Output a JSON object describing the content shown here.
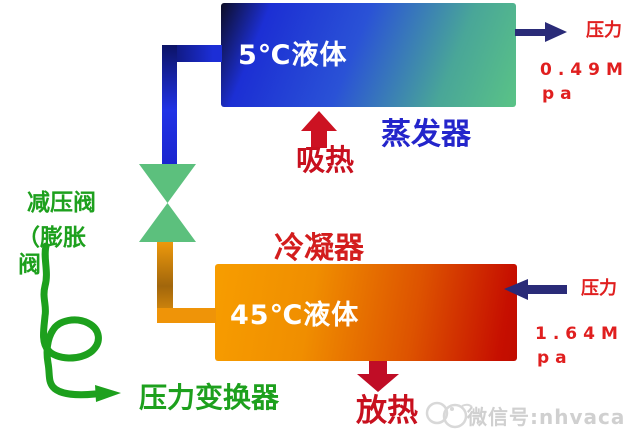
{
  "evaporator": {
    "body_label": "5℃液体",
    "name": "蒸发器",
    "heat_label": "吸热",
    "outlet": {
      "pressure_label": "压力",
      "value": "0.49M",
      "unit": "pa"
    }
  },
  "condenser": {
    "body_label": "45℃液体",
    "name": "冷凝器",
    "heat_label": "放热",
    "inlet": {
      "pressure_label": "压力",
      "value": "1.64M",
      "unit": "pa"
    }
  },
  "valve": {
    "label_lines": [
      "减压阀",
      "（膨胀",
      "阀"
    ]
  },
  "transformer_label": "压力变换器",
  "watermark": {
    "text": "微信号:nhvaca"
  },
  "colors": {
    "evaporator_gradient_start": "#1c2fd4",
    "evaporator_gradient_end": "#5ac386",
    "condenser_gradient_start": "#f79d00",
    "condenser_gradient_end": "#c00c00",
    "navy_arrow": "#2a2b78",
    "red_text": "#e01f1f",
    "crimson_text": "#c8101e",
    "blue_text": "#2425cb",
    "green_text": "#1da01d",
    "valve_green": "#5cc07d",
    "pipe_blue": "#1c2ed6",
    "pipe_orange": "#ef9408",
    "watermark_gray": "#d0d0d0"
  }
}
